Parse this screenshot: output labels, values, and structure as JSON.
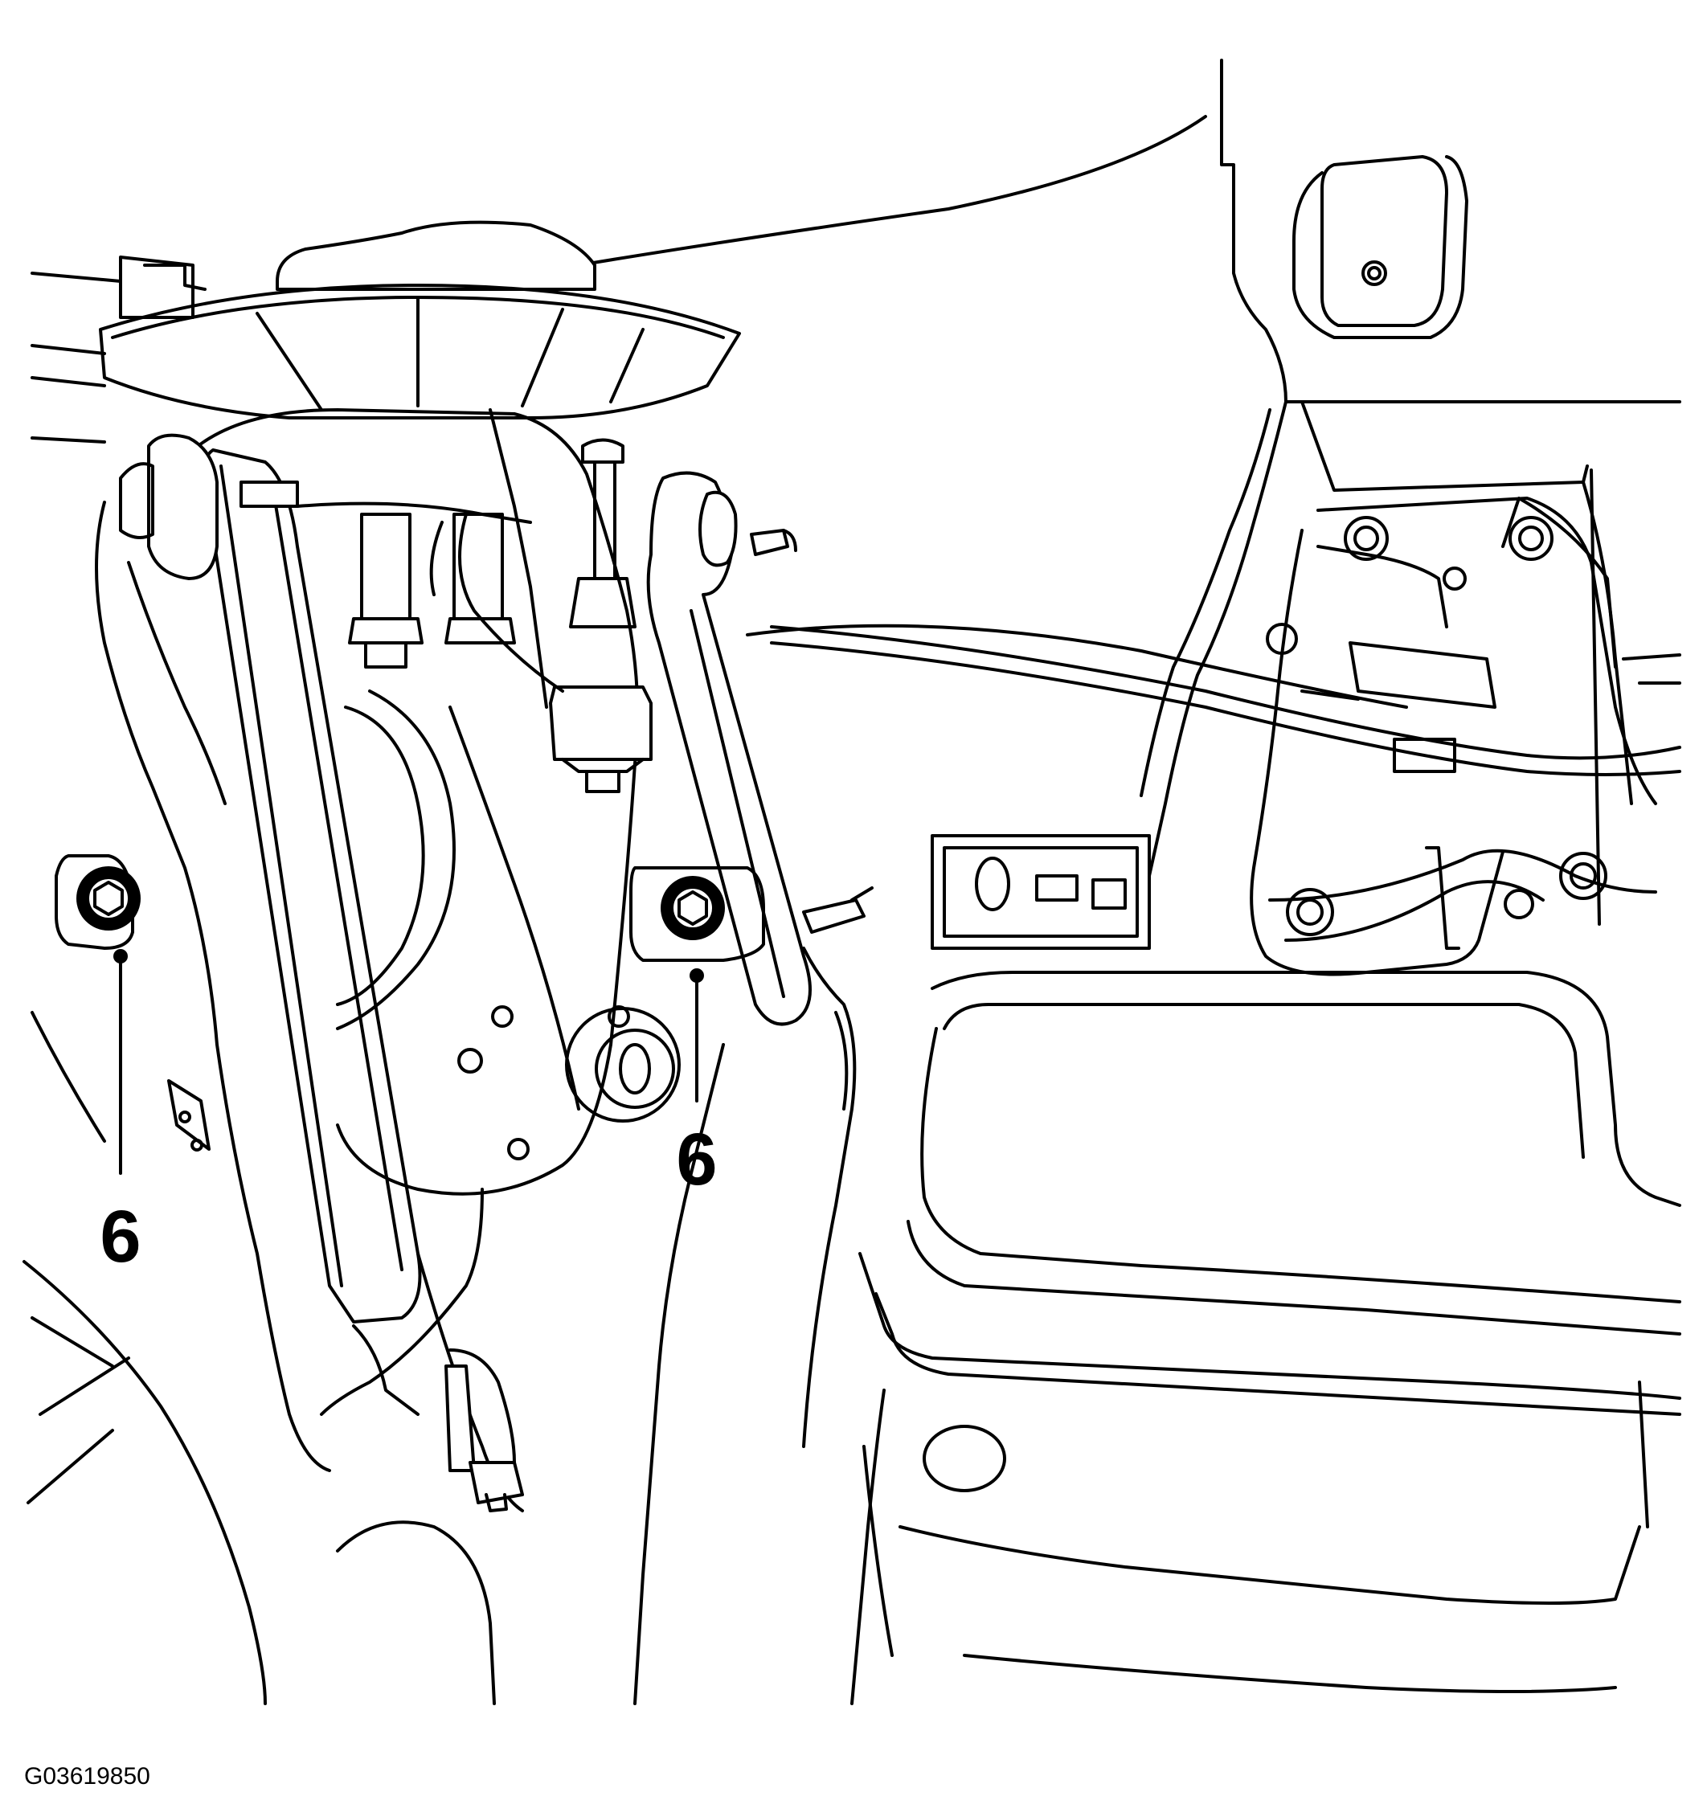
{
  "figure": {
    "id_label": "G03619850"
  },
  "callouts": [
    {
      "label": "6"
    },
    {
      "label": "6"
    }
  ]
}
